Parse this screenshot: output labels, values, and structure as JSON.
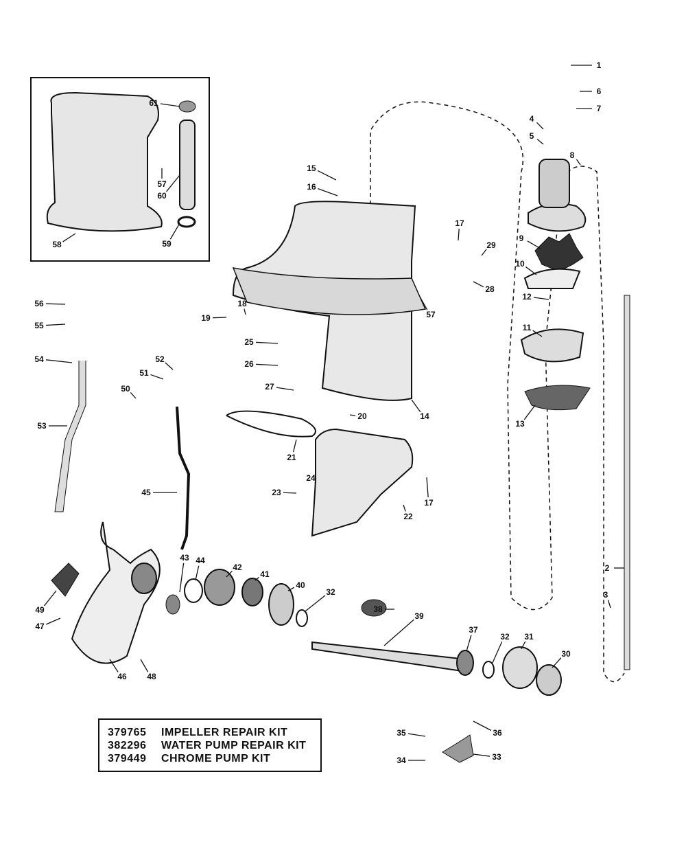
{
  "diagram": {
    "callouts": [
      "1",
      "6",
      "7",
      "4",
      "5",
      "8",
      "15",
      "16",
      "17",
      "29",
      "9",
      "10",
      "28",
      "57",
      "57",
      "60",
      "61",
      "58",
      "59",
      "56",
      "55",
      "54",
      "53",
      "18",
      "19",
      "25",
      "26",
      "27",
      "12",
      "11",
      "13",
      "14",
      "20",
      "21",
      "24",
      "23",
      "22",
      "17",
      "52",
      "51",
      "50",
      "45",
      "43",
      "44",
      "42",
      "41",
      "40",
      "32",
      "38",
      "39",
      "37",
      "32",
      "31",
      "30",
      "36",
      "35",
      "34",
      "33",
      "49",
      "47",
      "46",
      "48",
      "2",
      "3"
    ]
  },
  "kits": [
    {
      "part_number": "379765",
      "description": "IMPELLER REPAIR KIT"
    },
    {
      "part_number": "382296",
      "description": "WATER PUMP REPAIR KIT"
    },
    {
      "part_number": "379449",
      "description": "CHROME PUMP KIT"
    }
  ]
}
